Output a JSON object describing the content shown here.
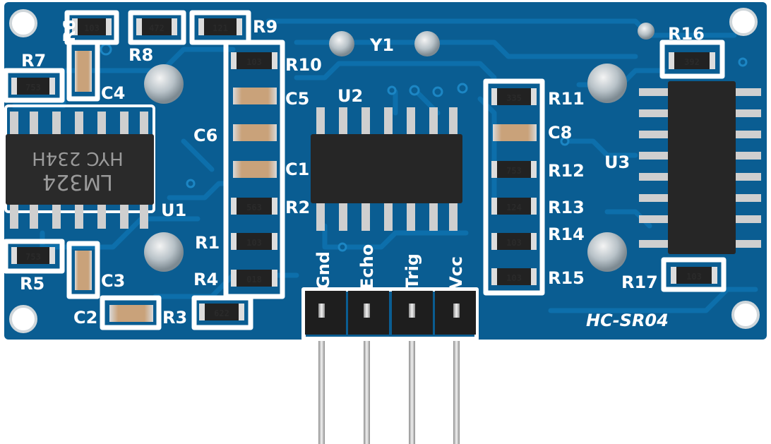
{
  "board": {
    "model": "HC-SR04",
    "colors": {
      "pcb": "#0a5d92",
      "trace": "#0d6ea8",
      "silk": "#ffffff",
      "chip": "#262626",
      "pad": "#d8d8d8"
    }
  },
  "chips": {
    "u1": {
      "designator": "U1",
      "marking_line1": "LM324",
      "marking_line2": "HYC 234H"
    },
    "u2": {
      "designator": "U2"
    },
    "u3": {
      "designator": "U3"
    }
  },
  "crystal": {
    "designator": "Y1"
  },
  "resistors": {
    "r1": {
      "label": "R1",
      "code": "103"
    },
    "r2": {
      "label": "R2",
      "code": "563"
    },
    "r3": {
      "label": "R3",
      "code": "622"
    },
    "r4": {
      "label": "R4",
      "code": "018"
    },
    "r5": {
      "label": "R5",
      "code": "753"
    },
    "r6": {
      "label": "R6",
      "code": "103"
    },
    "r7": {
      "label": "R7",
      "code": "753"
    },
    "r8": {
      "label": "R8",
      "code": "472"
    },
    "r9": {
      "label": "R9",
      "code": "121"
    },
    "r10": {
      "label": "R10",
      "code": "103"
    },
    "r11": {
      "label": "R11",
      "code": "335"
    },
    "r12": {
      "label": "R12",
      "code": "753"
    },
    "r13": {
      "label": "R13",
      "code": "124"
    },
    "r14": {
      "label": "R14",
      "code": "103"
    },
    "r15": {
      "label": "R15",
      "code": "103"
    },
    "r16": {
      "label": "R16",
      "code": "392"
    },
    "r17": {
      "label": "R17",
      "code": "103"
    }
  },
  "capacitors": {
    "c1": {
      "label": "C1"
    },
    "c2": {
      "label": "C2"
    },
    "c3": {
      "label": "C3"
    },
    "c4": {
      "label": "C4"
    },
    "c5": {
      "label": "C5"
    },
    "c6": {
      "label": "C6"
    },
    "c8": {
      "label": "C8"
    }
  },
  "pins": {
    "gnd": {
      "label": "Gnd"
    },
    "echo": {
      "label": "Echo"
    },
    "trig": {
      "label": "Trig"
    },
    "vcc": {
      "label": "Vcc"
    }
  }
}
